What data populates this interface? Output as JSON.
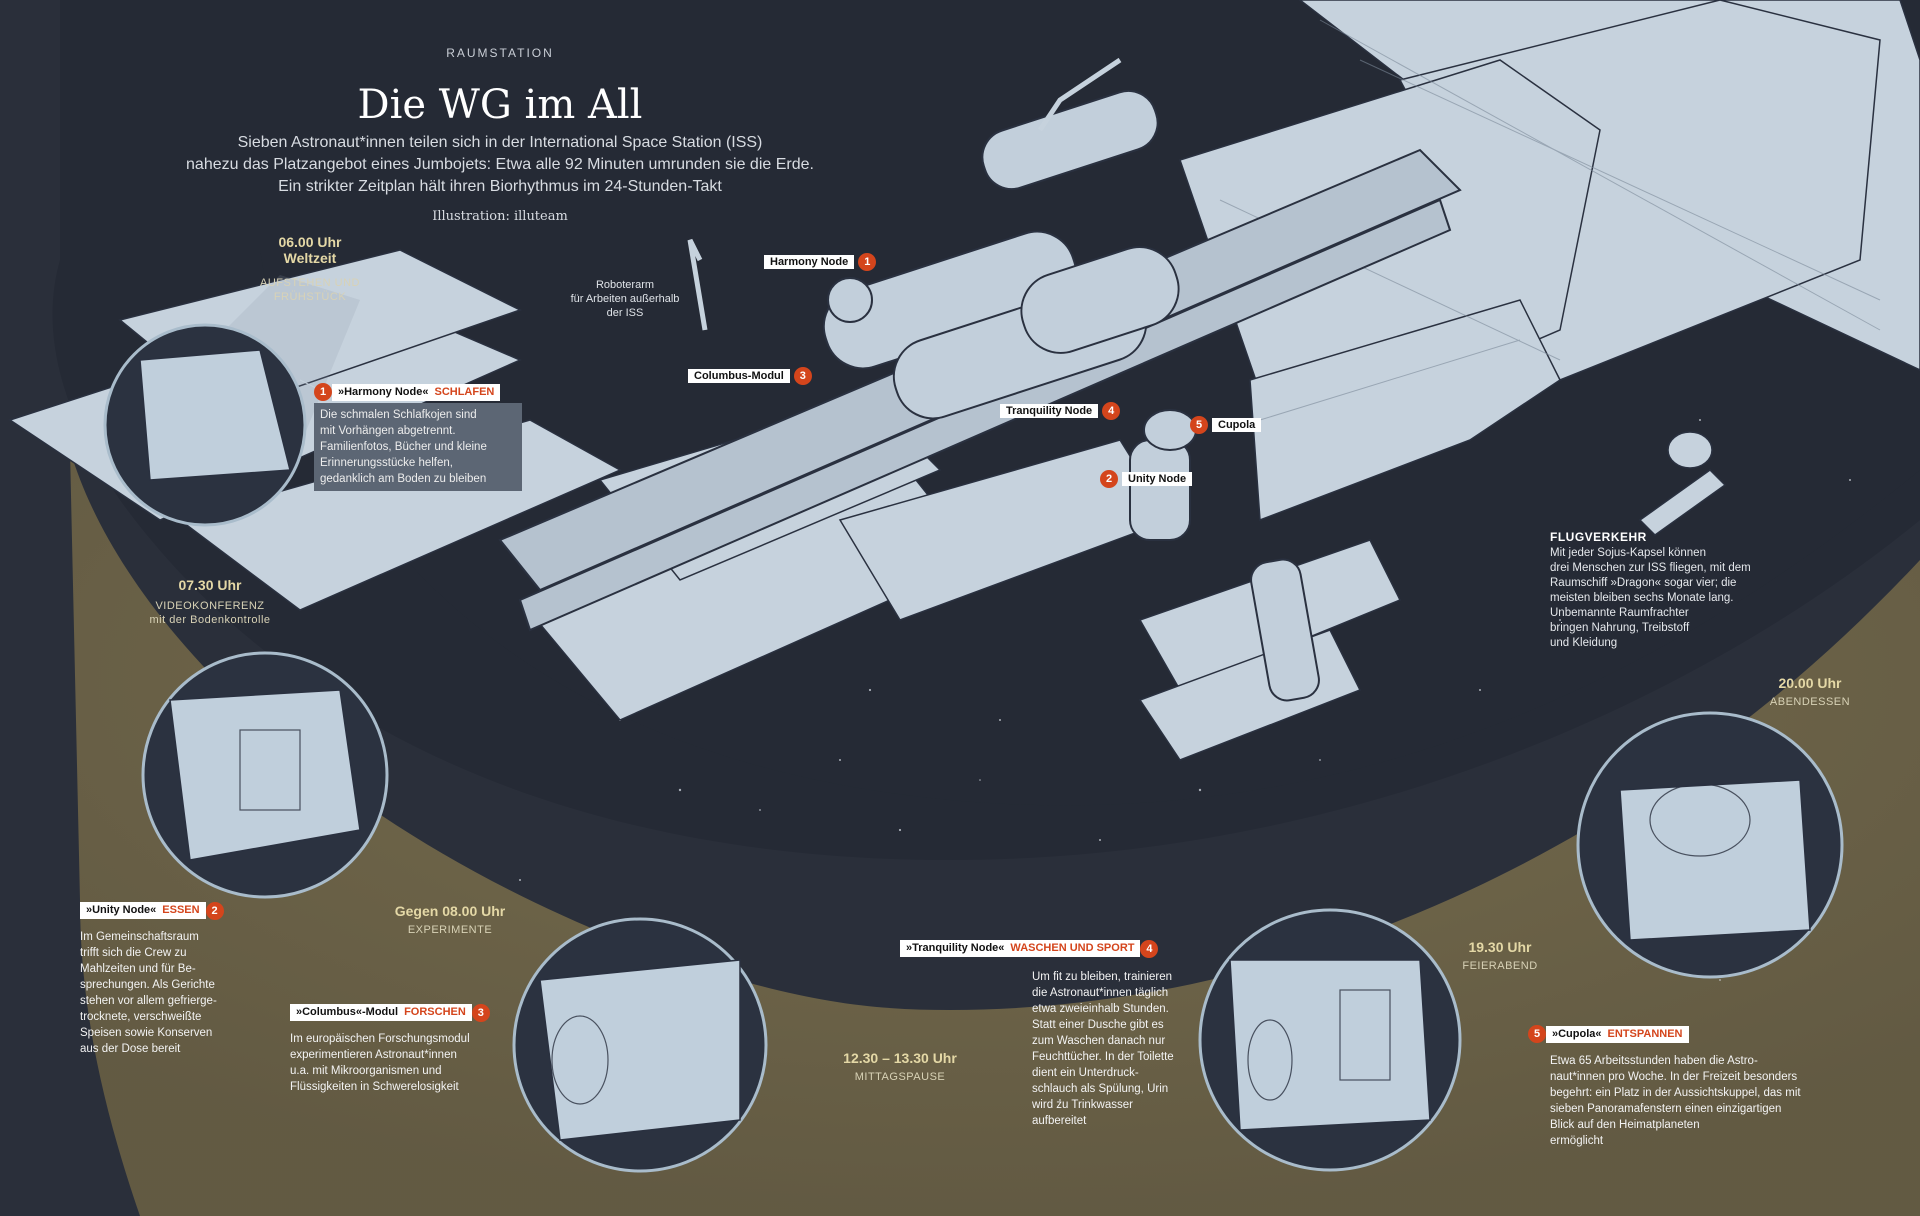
{
  "header": {
    "section": "RAUMSTATION",
    "title": "Die WG im All",
    "intro_lines": [
      "Sieben Astronaut*innen teilen sich in der International Space Station (ISS)",
      "nahezu das Platzangebot eines Jumbojets: Etwa alle 92 Minuten umrunden sie die Erde.",
      "Ein strikter Zeitplan hält ihren Biorhythmus im 24-Stunden-Takt"
    ],
    "credit": "Illustration: illuteam"
  },
  "timeline": [
    {
      "time": "06.00 Uhr",
      "time2": "Weltzeit",
      "activity": "AUFSTEHEN UND",
      "activity2": "FRÜHSTÜCK"
    },
    {
      "time": "07.30 Uhr",
      "activity": "VIDEOKONFERENZ",
      "activity2": "mit der Bodenkontrolle"
    },
    {
      "time": "Gegen 08.00 Uhr",
      "activity": "EXPERIMENTE"
    },
    {
      "time": "12.30 – 13.30 Uhr",
      "activity": "MITTAGSPAUSE"
    },
    {
      "time": "19.30 Uhr",
      "activity": "FEIERABEND"
    },
    {
      "time": "20.00 Uhr",
      "activity": "ABENDESSEN"
    }
  ],
  "modules": [
    {
      "num": "1",
      "name": "»Harmony Node«",
      "activity": "SCHLAFEN",
      "lines": [
        "Die schmalen Schlafkojen sind",
        "mit Vorhängen abgetrennt.",
        "Familienfotos, Bücher und kleine",
        "Erinnerungsstücke helfen,",
        "gedanklich am Boden zu bleiben"
      ]
    },
    {
      "num": "2",
      "name": "»Unity Node«",
      "activity": "ESSEN",
      "lines": [
        "Im Gemeinschaftsraum",
        "trifft sich die Crew zu",
        "Mahlzeiten und für Be-",
        "sprechungen. Als Gerichte",
        "stehen vor allem gefrierge-",
        "trocknete, verschweißte",
        "Speisen sowie Konserven",
        "aus der Dose bereit"
      ]
    },
    {
      "num": "3",
      "name": "»Columbus«-Modul",
      "activity": "FORSCHEN",
      "lines": [
        "Im europäischen Forschungsmodul",
        "experimentieren Astronaut*innen",
        "u.a. mit Mikroorganismen und",
        "Flüssigkeiten in Schwerelosigkeit"
      ]
    },
    {
      "num": "4",
      "name": "»Tranquility Node«",
      "activity": "WASCHEN UND SPORT",
      "lines": [
        "Um fit zu bleiben, trainieren",
        "die Astronaut*innen täglich",
        "etwa zweieinhalb Stunden.",
        "Statt einer Dusche gibt es",
        "zum Waschen danach nur",
        "Feuchttücher. In der Toilette",
        "dient ein Unterdruck-",
        "schlauch als Spülung, Urin",
        "wird zu Trinkwasser",
        "aufbereitet"
      ]
    },
    {
      "num": "5",
      "name": "»Cupola«",
      "activity": "ENTSPANNEN",
      "lines": [
        "Etwa 65 Arbeitsstunden haben die Astro-",
        "naut*innen pro Woche. In der Freizeit besonders",
        "begehrt: ein Platz in der Aussichtskuppel, das mit",
        "sieben Panoramafenstern einen einzigartigen",
        "Blick auf den Heimatplaneten",
        "ermöglicht"
      ]
    }
  ],
  "iss_labels": [
    {
      "num": "1",
      "text": "Harmony Node"
    },
    {
      "num": "2",
      "text": "Unity Node"
    },
    {
      "num": "3",
      "text": "Columbus-Modul"
    },
    {
      "num": "4",
      "text": "Tranquility Node"
    },
    {
      "num": "5",
      "text": "Cupola"
    }
  ],
  "roboterarm": [
    "Roboterarm",
    "für Arbeiten außerhalb",
    "der ISS"
  ],
  "flugverkehr": {
    "heading": "FLUGVERKEHR",
    "lines": [
      "Mit jeder Sojus-Kapsel können",
      "drei Menschen zur ISS fliegen, mit dem",
      "Raumschiff »Dragon« sogar vier; die",
      "meisten bleiben sechs Monate lang.",
      "Unbemannte Raumfrachter",
      "bringen Nahrung, Treibstoff",
      "und Kleidung"
    ]
  },
  "colors": {
    "space": "#252a35",
    "band": "#6f664a",
    "panel": "#c6d2dd",
    "accent": "#d4451c",
    "circle": "#b8c8d6"
  }
}
